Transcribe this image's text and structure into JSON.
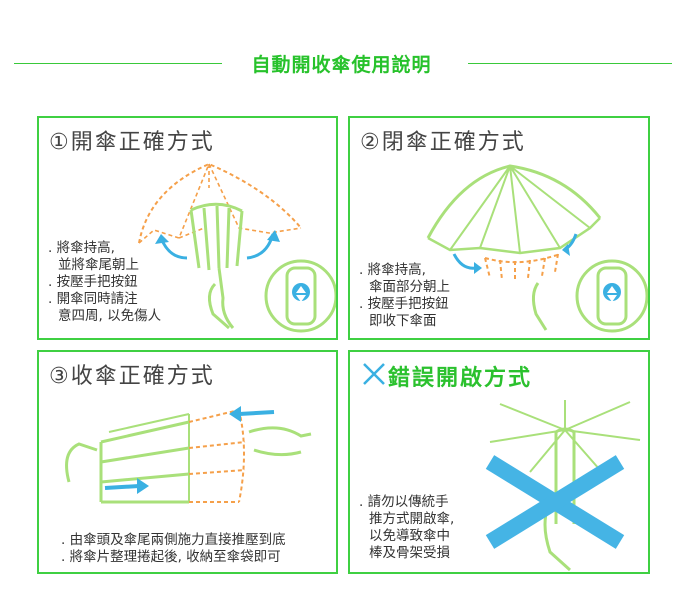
{
  "header": {
    "title": "自動開收傘使用說明"
  },
  "panels": [
    {
      "title": "①開傘正確方式",
      "lines": [
        ". 將傘持高,",
        "並將傘尾朝上",
        ". 按壓手把按鈕",
        ". 開傘同時請注",
        "意四周, 以免傷人"
      ]
    },
    {
      "title": "②閉傘正確方式",
      "lines": [
        ". 將傘持高,",
        "傘面部分朝上",
        ". 按壓手把按鈕",
        "即收下傘面"
      ]
    },
    {
      "title": "③收傘正確方式",
      "lines": [
        ". 由傘頭及傘尾兩側施力直接推壓到底",
        ". 將傘片整理捲起後, 收納至傘袋即可"
      ]
    },
    {
      "title": "錯誤開啟方式",
      "lines": [
        ". 請勿以傳統手",
        "推方式開啟傘,",
        "以免導致傘中",
        "棒及骨架受損"
      ]
    }
  ],
  "colors": {
    "accent_green": "#3fd042",
    "title_green": "#27c22b",
    "sketch_green": "#a9e07a",
    "orange": "#f5a04a",
    "arrow_blue": "#3ab0e2",
    "cross_blue": "#45b4e5"
  },
  "icons": [
    "umbrella-open-icon",
    "umbrella-closing-icon",
    "umbrella-folding-icon",
    "wrong-cross-icon",
    "hand-button-icon"
  ]
}
